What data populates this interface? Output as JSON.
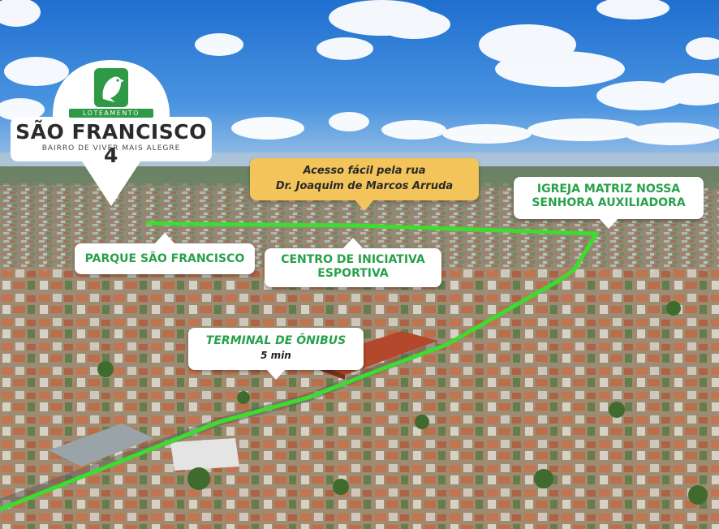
{
  "logo": {
    "label_top": "LOTEAMENTO",
    "title": "SÃO FRANCISCO 4",
    "tagline": "BAIRRO DE VIVER MAIS ALEGRE",
    "brand_color": "#2e9a45",
    "icon": "bird-icon"
  },
  "access_note": {
    "line1": "Acesso fácil pela rua",
    "line2": "Dr. Joaquim de Marcos Arruda",
    "bg_color": "#f2c45a"
  },
  "labels": {
    "parque": "PARQUE SÃO FRANCISCO",
    "centro_line1": "CENTRO DE INICIATIVA",
    "centro_line2": "ESPORTIVA",
    "igreja_line1": "IGREJA MATRIZ NOSSA",
    "igreja_line2": "SENHORA AUXILIADORA",
    "terminal": "TERMINAL DE ÔNIBUS",
    "terminal_time": "5 min"
  },
  "colors": {
    "route": "#3ddc2f",
    "label_text": "#27a14a",
    "sky": "#2f7fd6"
  }
}
